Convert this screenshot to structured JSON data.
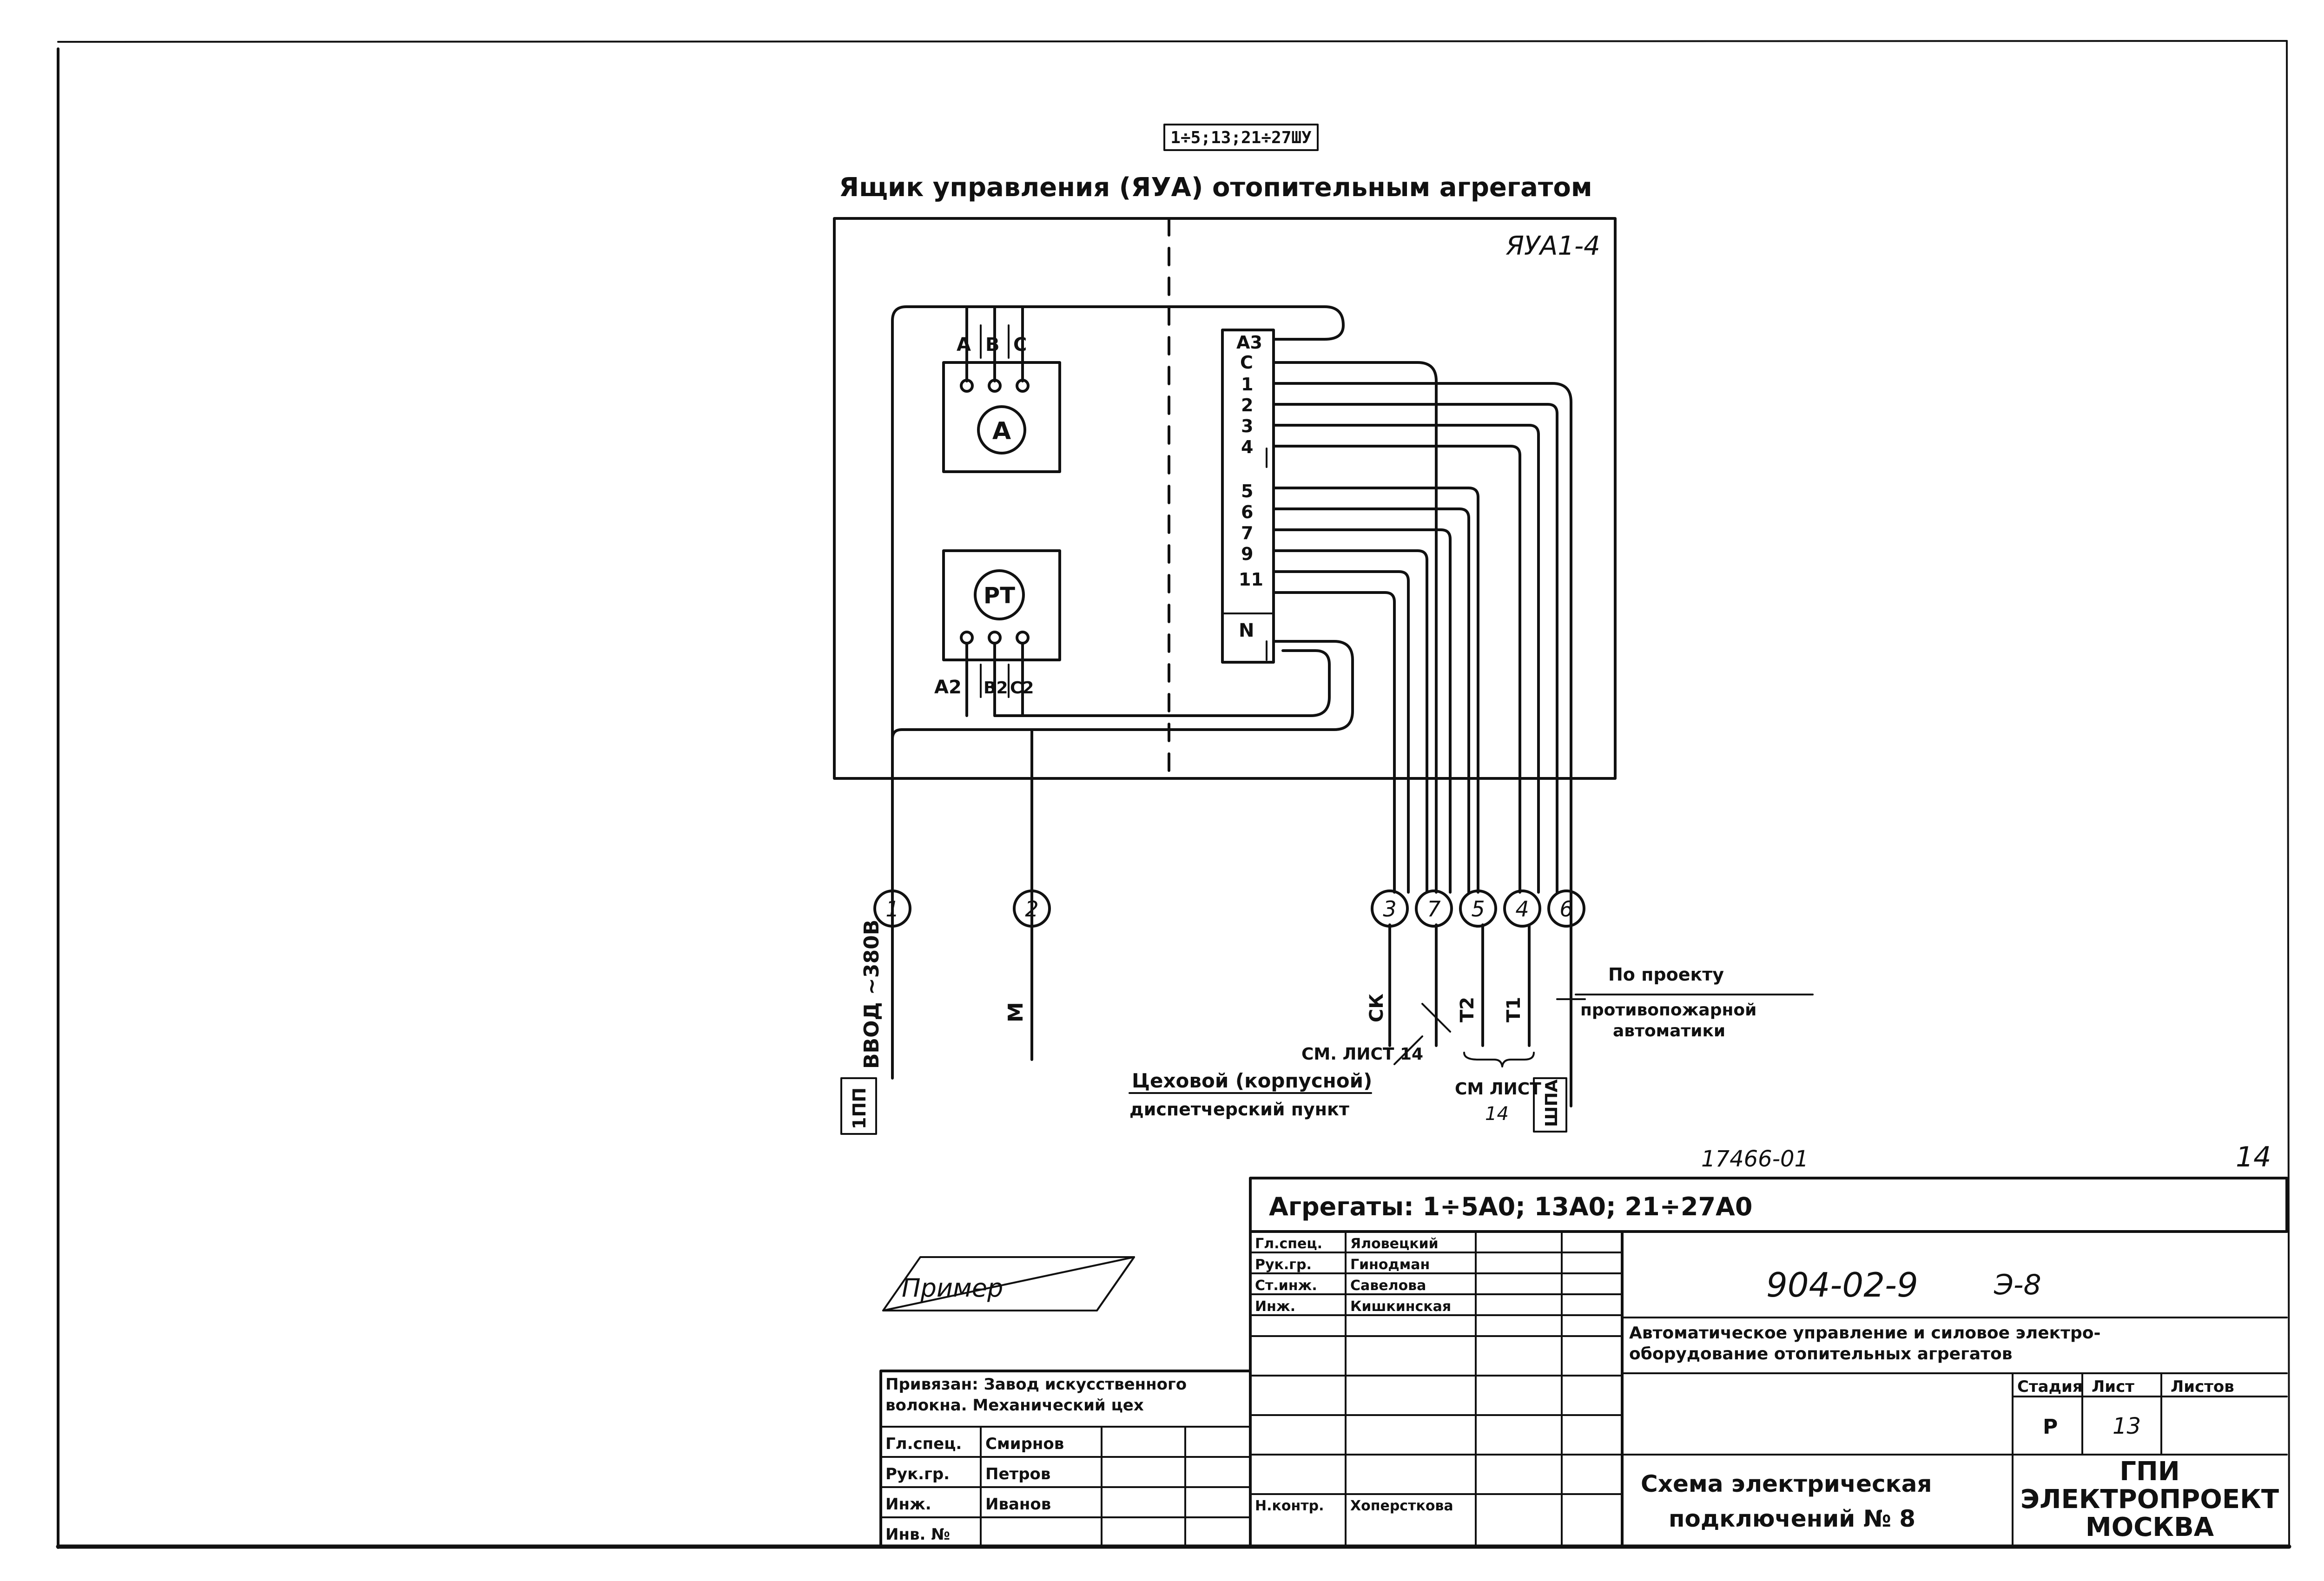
{
  "stamp_top": "1÷5;13;21÷27ШУ",
  "title": "Ящик управления (ЯУА) отопительным агрегатом",
  "box_label": "ЯУА1-4",
  "devices": {
    "ammeter": {
      "terminals": [
        "A",
        "B",
        "C"
      ],
      "symbol": "A"
    },
    "thermal_relay": {
      "terminals": [
        "A2",
        "B2",
        "C2"
      ],
      "symbol": "PT"
    }
  },
  "terminal_block": [
    "A3",
    "C",
    "1",
    "2",
    "3",
    "4",
    "5",
    "6",
    "7",
    "9",
    "11",
    "N"
  ],
  "cables": [
    "1",
    "2",
    "3",
    "7",
    "5",
    "4",
    "6"
  ],
  "cable_labels": {
    "input": "ВВОД ~380В",
    "m": "М",
    "ck": "СК",
    "t2": "Т2",
    "t1": "Т1",
    "shield": "1ПП",
    "shpa": "ШПА"
  },
  "notes": {
    "by_project": "По проекту",
    "fire_automation_1": "противопожарной",
    "fire_automation_2": "автоматики",
    "see_sheet_14_a": "СМ. ЛИСТ 14",
    "dispatch_1": "Цеховой (корпусной)",
    "dispatch_2": "диспетчерский пункт",
    "see_sheet_b": "СМ ЛИСТ",
    "see_sheet_b_num": "14",
    "example": "Пример"
  },
  "title_block": {
    "doc_code": "17466-01",
    "sheet_corner": "14",
    "aggregates": "Агрегаты:  1÷5А0;  13А0;  21÷27А0",
    "designation": "904-02-9",
    "designation_suffix": "Э-8",
    "title_line1": "Автоматическое управление и силовое электро-",
    "title_line2": "оборудование отопительных агрегатов",
    "stage_h": "Стадия",
    "sheet_h": "Лист",
    "sheets_h": "Листов",
    "stage": "Р",
    "sheet": "13",
    "scheme_line1": "Схема электрическая",
    "scheme_line2": "подключений № 8",
    "org_line1": "ГПИ",
    "org_line2": "ЭЛЕКТРОПРОЕКТ",
    "org_line3": "МОСКВА",
    "roles": [
      {
        "role": "Гл.спец.",
        "name": "Яловецкий"
      },
      {
        "role": "Рук.гр.",
        "name": "Гинодман"
      },
      {
        "role": "Ст.инж.",
        "name": "Савелова"
      },
      {
        "role": "Инж.",
        "name": "Кишкинская"
      }
    ],
    "norm_control_role": "Н.контр.",
    "norm_control_name": "Хоперсткова",
    "binding_line1": "Привязан: Завод искусственного",
    "binding_line2": "волокна. Механический цех",
    "binding_roles": [
      {
        "role": "Гл.спец.",
        "name": "Смирнов"
      },
      {
        "role": "Рук.гр.",
        "name": "Петров"
      },
      {
        "role": "Инж.",
        "name": "Иванов"
      },
      {
        "role": "Инв. №",
        "name": ""
      }
    ]
  }
}
